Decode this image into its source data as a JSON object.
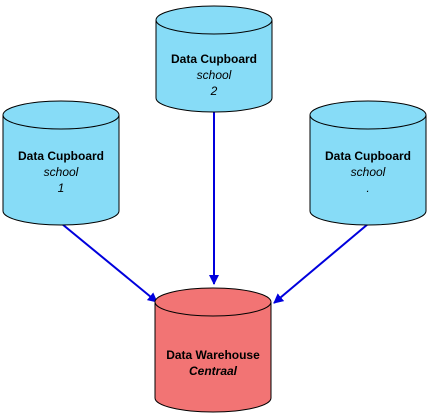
{
  "colors": {
    "cupboard_fill": "#87DCF7",
    "warehouse_fill": "#F27474",
    "outline": "#000000",
    "arrow": "#0000DD"
  },
  "nodes": {
    "school1": {
      "title": "Data Cupboard",
      "line2": "school",
      "line3": "1"
    },
    "school2": {
      "title": "Data Cupboard",
      "line2": "school",
      "line3": "2"
    },
    "school3": {
      "title": "Data Cupboard",
      "line2": "school",
      "line3": "."
    },
    "warehouse": {
      "title": "Data Warehouse",
      "line2": "Centraal"
    }
  },
  "edges": [
    {
      "from": "school1",
      "to": "warehouse"
    },
    {
      "from": "school2",
      "to": "warehouse"
    },
    {
      "from": "school3",
      "to": "warehouse"
    }
  ]
}
